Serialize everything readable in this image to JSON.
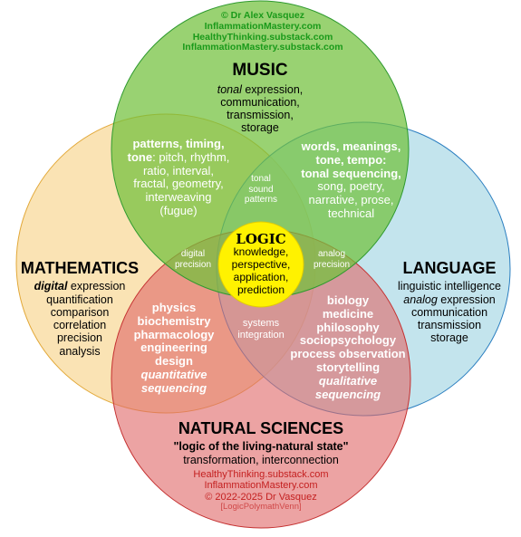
{
  "credit_top": [
    "© Dr Alex Vasquez",
    "InflammationMastery.com",
    "HealthyThinking.substack.com",
    "InflammationMastery.substack.com"
  ],
  "music": {
    "title": "MUSIC",
    "l1_italic": "tonal",
    "l1_rest": " expression,",
    "l2": "communication,",
    "l3": "transmission,",
    "l4": "storage"
  },
  "mathematics": {
    "title": "MATHEMATICS",
    "l1_italic": "digital",
    "l1_rest": " expression",
    "l2": "quantification",
    "l3": "comparison",
    "l4": "correlation",
    "l5": "precision",
    "l6": "analysis"
  },
  "language": {
    "title": "LANGUAGE",
    "l1": "linguistic intelligence",
    "l2_italic": "analog",
    "l2_rest": " expression",
    "l3": "communication",
    "l4": "transmission",
    "l5": "storage"
  },
  "natural_sciences": {
    "title": "NATURAL SCIENCES",
    "l1": "\"logic of the living-natural state\"",
    "l2": "transformation, interconnection"
  },
  "music_math": {
    "bold1": "patterns, timing,",
    "bold2": "tone",
    "l2_rest": ": pitch, rhythm,",
    "l3": "ratio, interval,",
    "l4": "fractal, geometry,",
    "l5": "interweaving",
    "l6": "(fugue)"
  },
  "music_language": {
    "l1": "words, meanings,",
    "l2": "tone, tempo:",
    "l3": "tonal sequencing,",
    "l4": "song, poetry,",
    "l5": "narrative, prose,",
    "l6": "technical"
  },
  "math_science": {
    "l1": "physics",
    "l2": "biochemistry",
    "l3": "pharmacology",
    "l4": "engineering",
    "l5": "design",
    "l6": "quantitative",
    "l7": "sequencing"
  },
  "language_science": {
    "l1": "biology",
    "l2": "medicine",
    "l3": "philosophy",
    "l4": "sociopsychology",
    "l5": "process observation",
    "l6": "storytelling",
    "l7": "qualitative",
    "l8": "sequencing"
  },
  "tonal_sound": [
    "tonal",
    "sound",
    "patterns"
  ],
  "digital_precision": [
    "digital",
    "precision"
  ],
  "analog_precision": [
    "analog",
    "precision"
  ],
  "systems_integration": [
    "systems",
    "integration"
  ],
  "logic": {
    "title": "LOGIC",
    "lines": [
      "knowledge,",
      "perspective,",
      "application,",
      "prediction"
    ]
  },
  "credit_bottom": [
    "HealthyThinking.substack.com",
    "InflammationMastery.com",
    "© 2022-2025 Dr Vasquez"
  ],
  "tag": "[LogicPolymathVenn]",
  "colors": {
    "music_fill": "#7dc545",
    "math_fill": "#f8d99b",
    "language_fill": "#a9d8e6",
    "science_fill": "#e38282",
    "logic_fill": "#fff200",
    "credit_green": "#1a9a1a",
    "credit_red": "#c42020"
  }
}
